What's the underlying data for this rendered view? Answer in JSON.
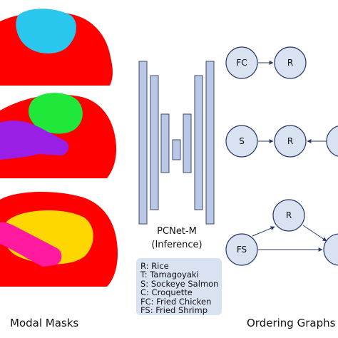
{
  "masks": {
    "caption": "Modal Masks",
    "colors": {
      "background": "#ff0000",
      "cyan": "#29c6ee",
      "green": "#1fe83a",
      "purple": "#9b1ee6",
      "yellow": "#ffd700",
      "pink": "#ff1aa0"
    }
  },
  "network": {
    "name": "PCNet-M",
    "mode": "(Inference)",
    "bar_fill": "#b8c8e6",
    "bar_stroke": "#3c4a66"
  },
  "legend": {
    "items": [
      "R: Rice",
      "T: Tamagoyaki",
      "S: Sockeye Salmon",
      "C: Croquette",
      "FC: Fried Chicken",
      "FS: Fried Shrimp"
    ]
  },
  "graphs": {
    "caption": "Ordering Graphs",
    "node_fill": "#d8e2f1",
    "node_stroke": "#2b3a66",
    "row1": {
      "a": "FC",
      "b": "R"
    },
    "row2": {
      "a": "S",
      "b": "R"
    },
    "row3": {
      "top": "R",
      "left": "FS"
    }
  }
}
